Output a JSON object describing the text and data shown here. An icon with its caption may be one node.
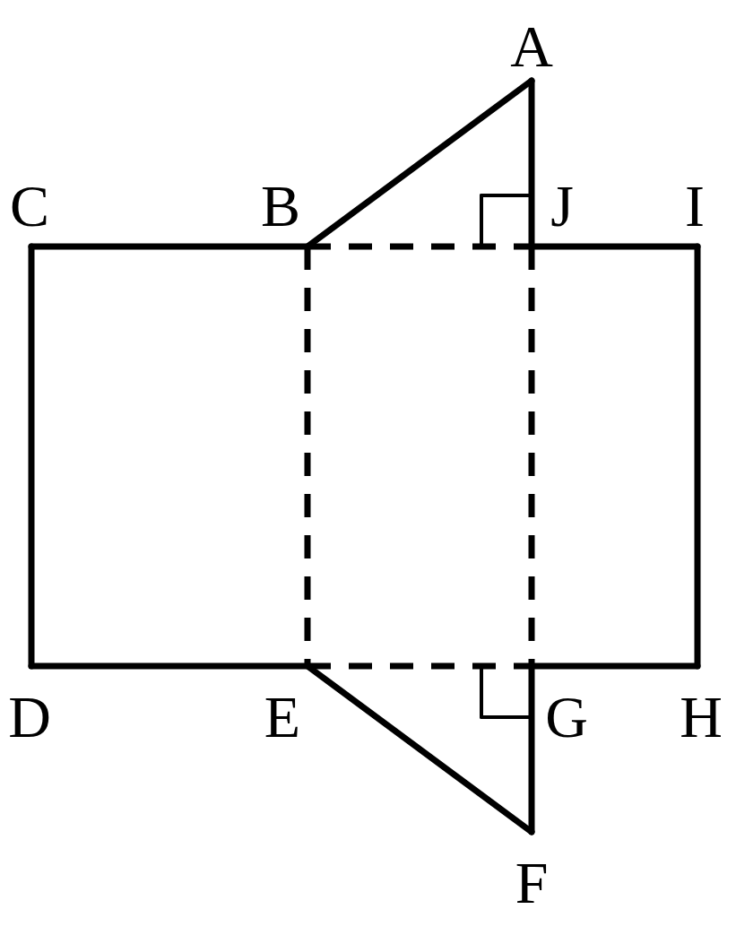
{
  "diagram": {
    "labels": [
      "A",
      "C",
      "B",
      "J",
      "I",
      "D",
      "E",
      "G",
      "H",
      "F"
    ]
  }
}
